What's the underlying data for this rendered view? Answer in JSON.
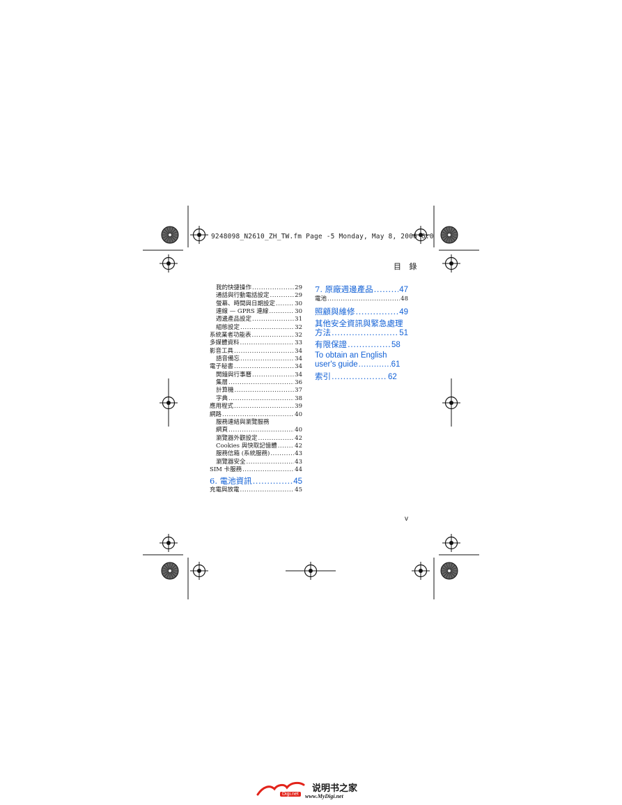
{
  "header": {
    "file_line": "9248098_N2610_ZH_TW.fm  Page -5  Monday, May 8, 2006  6:0",
    "section_title": "目 錄"
  },
  "toc_left": [
    {
      "title": "我的快捷操作",
      "page": "29",
      "indent": true
    },
    {
      "title": "通話與行動電話設定",
      "page": "29",
      "indent": true
    },
    {
      "title": "螢幕、時間與日期設定",
      "page": "30",
      "indent": true
    },
    {
      "title": "連線 — GPRS 連線",
      "page": "30",
      "indent": true
    },
    {
      "title": "週邊產品設定",
      "page": "31",
      "indent": true
    },
    {
      "title": "組態設定",
      "page": "32",
      "indent": true
    },
    {
      "title": "系統業者功能表",
      "page": "32",
      "indent": false
    },
    {
      "title": "多媒體資料",
      "page": "33",
      "indent": false
    },
    {
      "title": "影音工具",
      "page": "34",
      "indent": false
    },
    {
      "title": "語音備忘",
      "page": "34",
      "indent": true
    },
    {
      "title": "電子秘書",
      "page": "34",
      "indent": false
    },
    {
      "title": "開鐘與行事曆",
      "page": "34",
      "indent": true
    },
    {
      "title": "集層",
      "page": "36",
      "indent": true
    },
    {
      "title": "計算機",
      "page": "37",
      "indent": true
    },
    {
      "title": "字典",
      "page": "38",
      "indent": true
    },
    {
      "title": "應用程式",
      "page": "39",
      "indent": false
    },
    {
      "title": "網路",
      "page": "40",
      "indent": false
    },
    {
      "title": "服務連結與瀏覽服務",
      "page": "",
      "indent": true
    },
    {
      "title": "網頁",
      "page": "40",
      "indent": true
    },
    {
      "title": "瀏覽器外觀設定",
      "page": "42",
      "indent": true
    },
    {
      "title": "Cookies 與快取記憶體",
      "page": "42",
      "indent": true
    },
    {
      "title": "服務信箱 (系統服務)",
      "page": "43",
      "indent": true
    },
    {
      "title": "瀏覽器安全",
      "page": "43",
      "indent": true
    },
    {
      "title": "SIM 卡服務",
      "page": "44",
      "indent": false
    }
  ],
  "toc_left_chapter": {
    "title": "6. 電池資訊",
    "page": "45"
  },
  "toc_left_after": [
    {
      "title": "充電與放電",
      "page": "45"
    }
  ],
  "toc_right": {
    "ch7": {
      "title": "7. 原廠週邊產品",
      "page": "47"
    },
    "ch7_sub": {
      "title": "電池",
      "page": "48"
    },
    "care": {
      "title": "照顧與維修",
      "page": "49"
    },
    "safety_line1": "其他安全資訊與緊急處理",
    "safety_line2": {
      "title": "方法",
      "page": "51"
    },
    "warranty": {
      "title": "有限保證",
      "page": "58"
    },
    "english_line1": "To obtain an English",
    "english_line2": {
      "title": "user's guide",
      "page": "61"
    },
    "index": {
      "title": "索引",
      "page": "62"
    }
  },
  "page_number": "v",
  "footer": {
    "logo_text": "MY",
    "logo_sub": "Digi.net",
    "site_name": "说明书之家",
    "site_url": "www.MyDigi.net"
  },
  "colors": {
    "link_blue": "#1160d6",
    "logo_red": "#e2231a"
  }
}
